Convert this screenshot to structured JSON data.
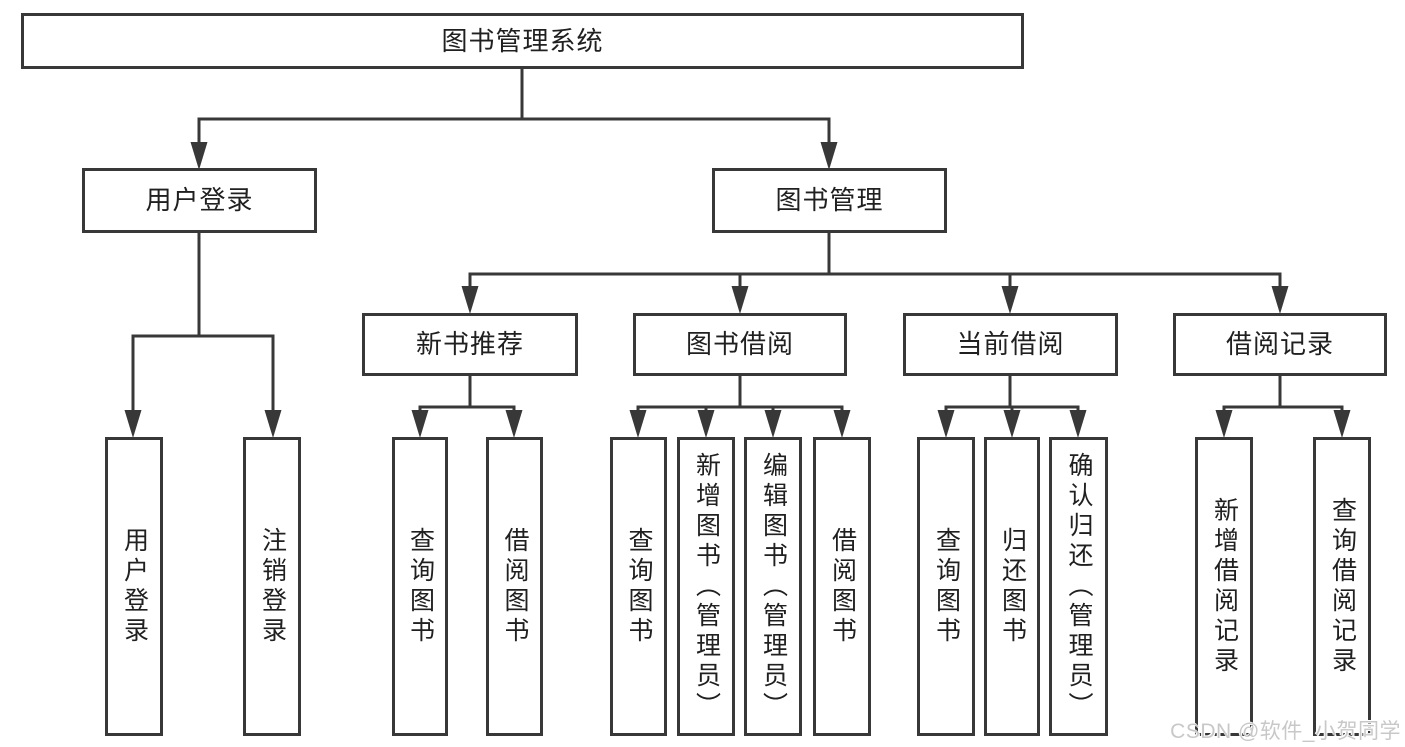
{
  "tree": {
    "label": "图书管理系统",
    "children": [
      {
        "label": "用户登录",
        "children": [
          {
            "label": "用户登录"
          },
          {
            "label": "注销登录"
          }
        ]
      },
      {
        "label": "图书管理",
        "children": [
          {
            "label": "新书推荐",
            "children": [
              {
                "label": "查询图书"
              },
              {
                "label": "借阅图书"
              }
            ]
          },
          {
            "label": "图书借阅",
            "children": [
              {
                "label": "查询图书"
              },
              {
                "label": "新增图书（管理员）"
              },
              {
                "label": "编辑图书（管理员）"
              },
              {
                "label": "借阅图书"
              }
            ]
          },
          {
            "label": "当前借阅",
            "children": [
              {
                "label": "查询图书"
              },
              {
                "label": "归还图书"
              },
              {
                "label": "确认归还（管理员）"
              }
            ]
          },
          {
            "label": "借阅记录",
            "children": [
              {
                "label": "新增借阅记录"
              },
              {
                "label": "查询借阅记录"
              }
            ]
          }
        ]
      }
    ]
  },
  "watermark": "CSDN @软件_小贺同学",
  "colors": {
    "line": "#383838",
    "text": "#202020",
    "wm": "#c8c8c8",
    "bg": "#ffffff"
  }
}
